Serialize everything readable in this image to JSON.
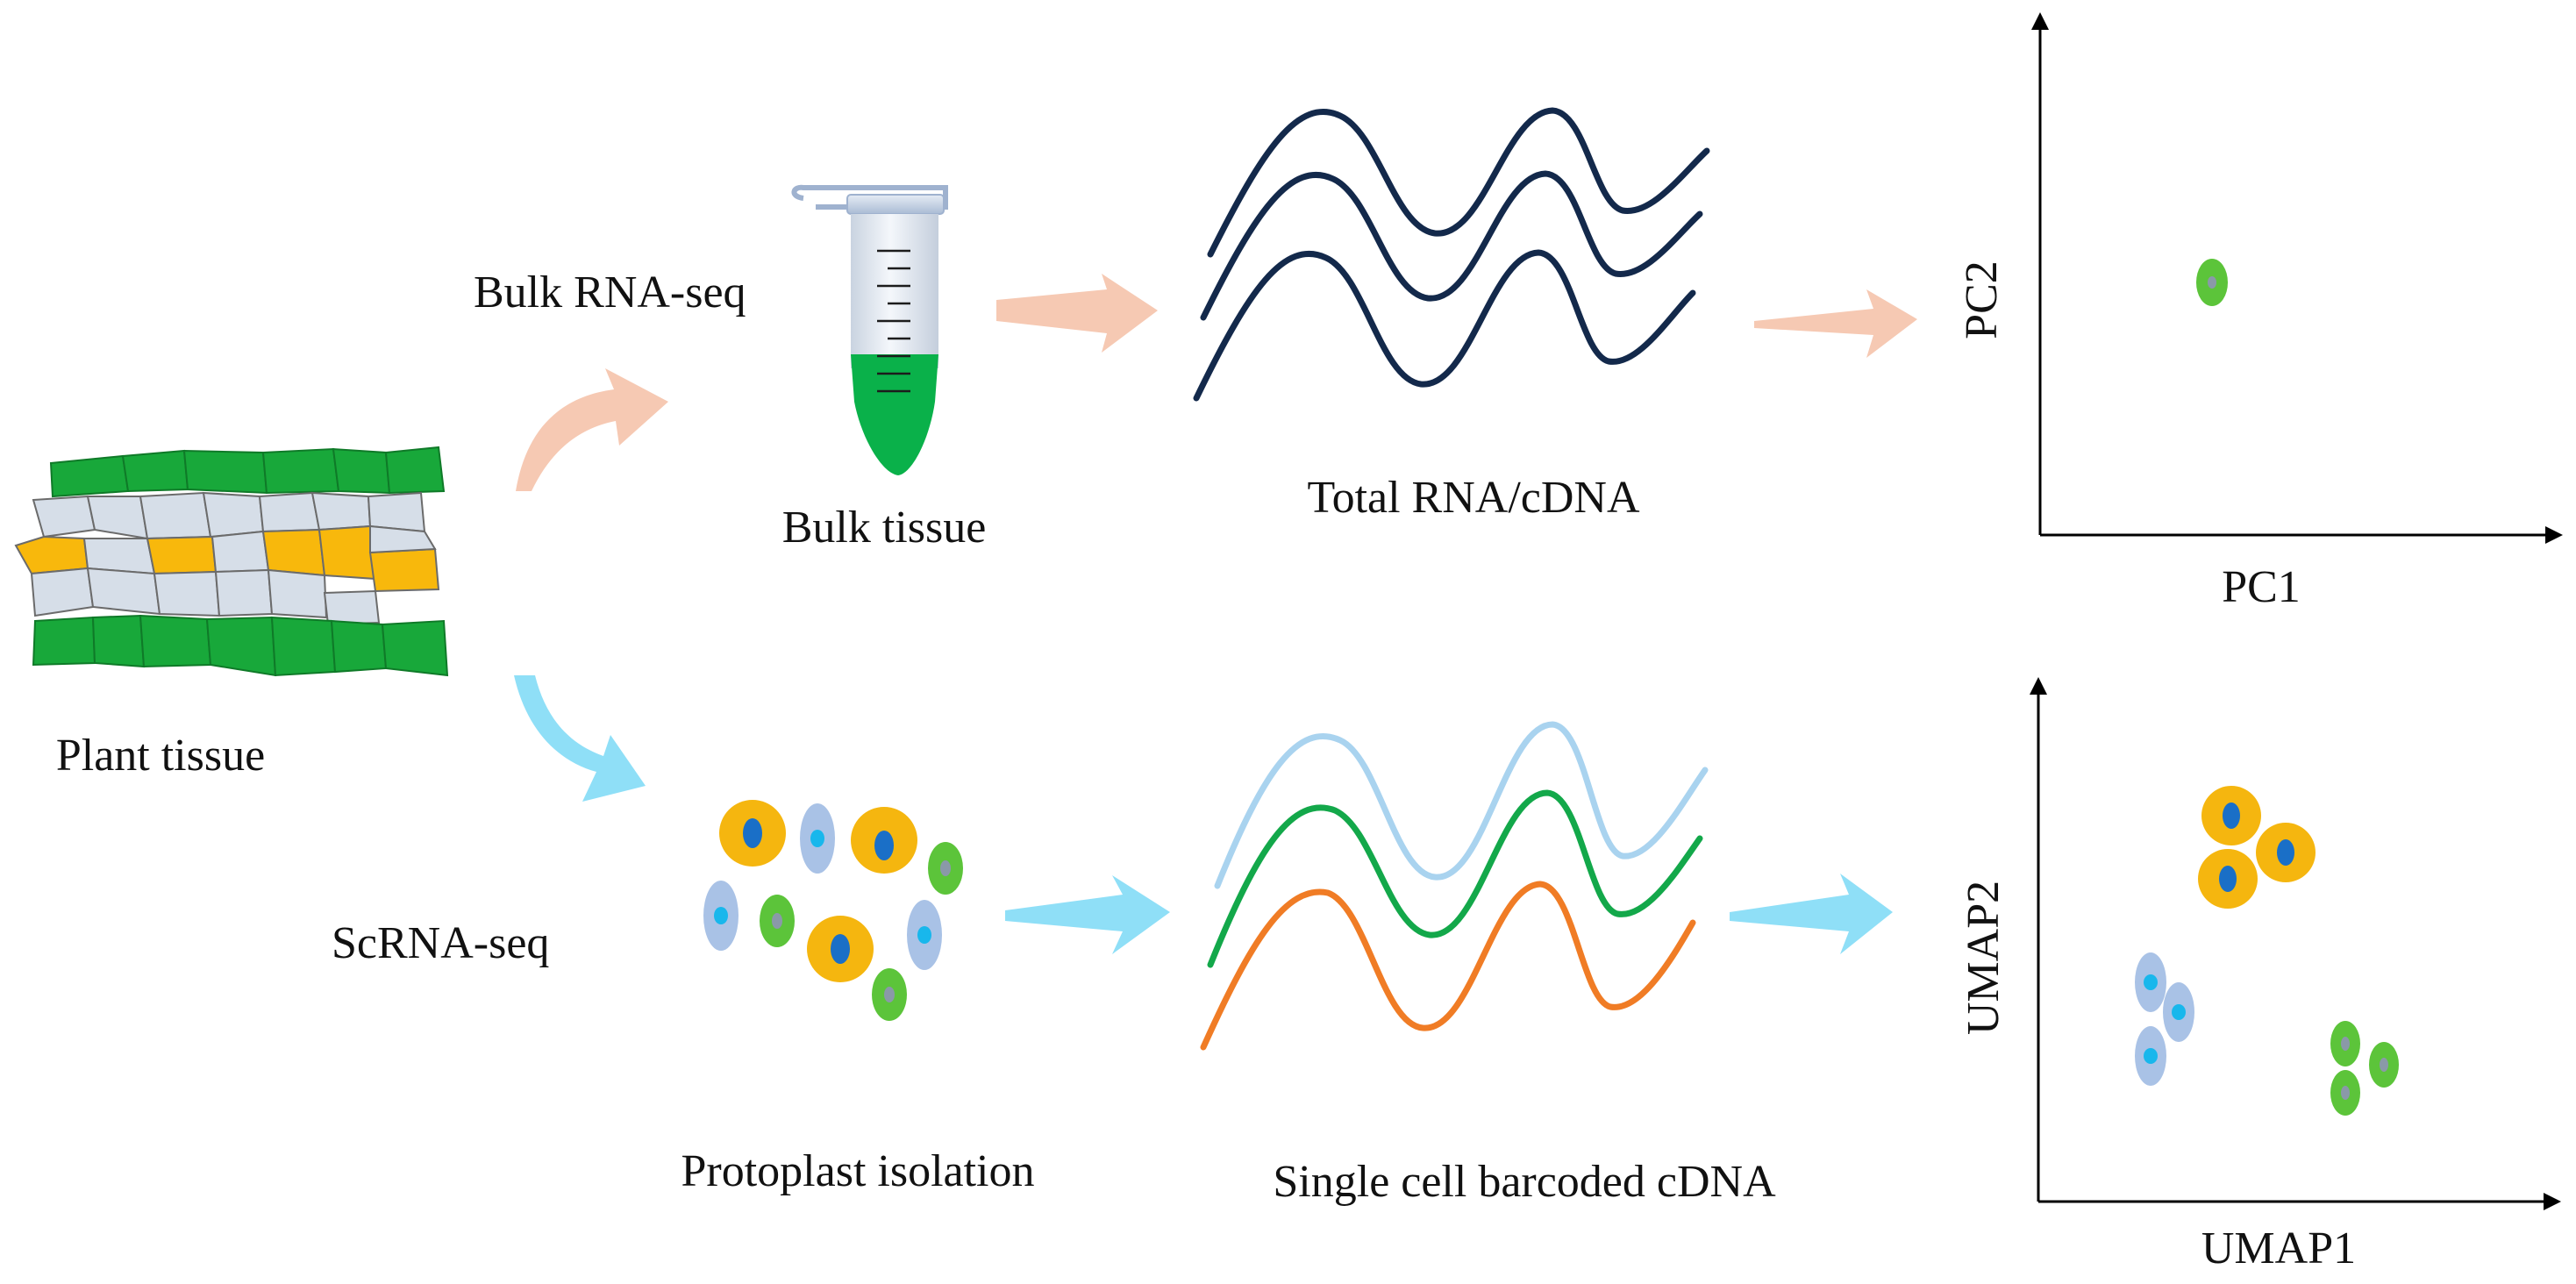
{
  "labels": {
    "plant_tissue": "Plant tissue",
    "bulk_rna_seq": "Bulk RNA-seq",
    "bulk_tissue": "Bulk tissue",
    "total_rna": "Total RNA/cDNA",
    "sc_rna_seq": "ScRNA-seq",
    "protoplast_isolation": "Protoplast isolation",
    "single_cell_cdna": "Single cell barcoded cDNA"
  },
  "pca_plot": {
    "xlabel": "PC1",
    "ylabel": "PC2"
  },
  "umap_plot": {
    "xlabel": "UMAP1",
    "ylabel": "UMAP2"
  },
  "colors": {
    "bulk_arrow": "#f6c9b3",
    "sc_arrow": "#8fdff7",
    "bulk_wave": "#13294b",
    "sc_wave_light_blue": "#a9d3ef",
    "sc_wave_green": "#13a84a",
    "sc_wave_orange": "#f07c25",
    "epidermis_green": "#18a83a",
    "mesophyll_yellow": "#f8b80c",
    "mesophyll_gray": "#d6dee8",
    "cell_yellow": "#f5b60f",
    "cell_blue": "#a9c2e6",
    "cell_green": "#5cc43a",
    "nucleus_dark_blue": "#1a6fc7",
    "nucleus_cyan": "#18b7ec",
    "nucleus_gray": "#8a99a8",
    "tube_liquid": "#0ab14a"
  }
}
